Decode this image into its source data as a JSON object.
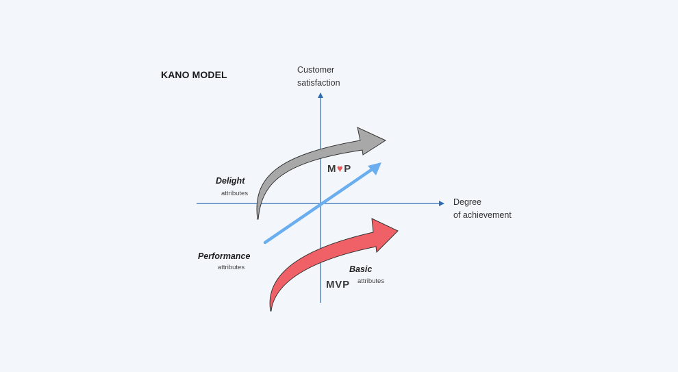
{
  "title": "KANO MODEL",
  "axes": {
    "y_label_line1": "Customer",
    "y_label_line2": "satisfaction",
    "x_label_line1": "Degree",
    "x_label_line2": "of achievement"
  },
  "categories": {
    "delight": {
      "name": "Delight",
      "sub": "attributes"
    },
    "performance": {
      "name": "Performance",
      "sub": "attributes"
    },
    "basic": {
      "name": "Basic",
      "sub": "attributes"
    }
  },
  "badges": {
    "mlp_left": "M",
    "mlp_right": "P",
    "mlp_heart_icon": "heart-icon",
    "mvp": "MVP"
  },
  "colors": {
    "background": "#f3f7fc",
    "axis": "#2e6db4",
    "delight_arrow": "#a8a8a8",
    "performance_arrow": "#6aaef0",
    "basic_arrow": "#ef6166",
    "heart": "#e8575a"
  }
}
